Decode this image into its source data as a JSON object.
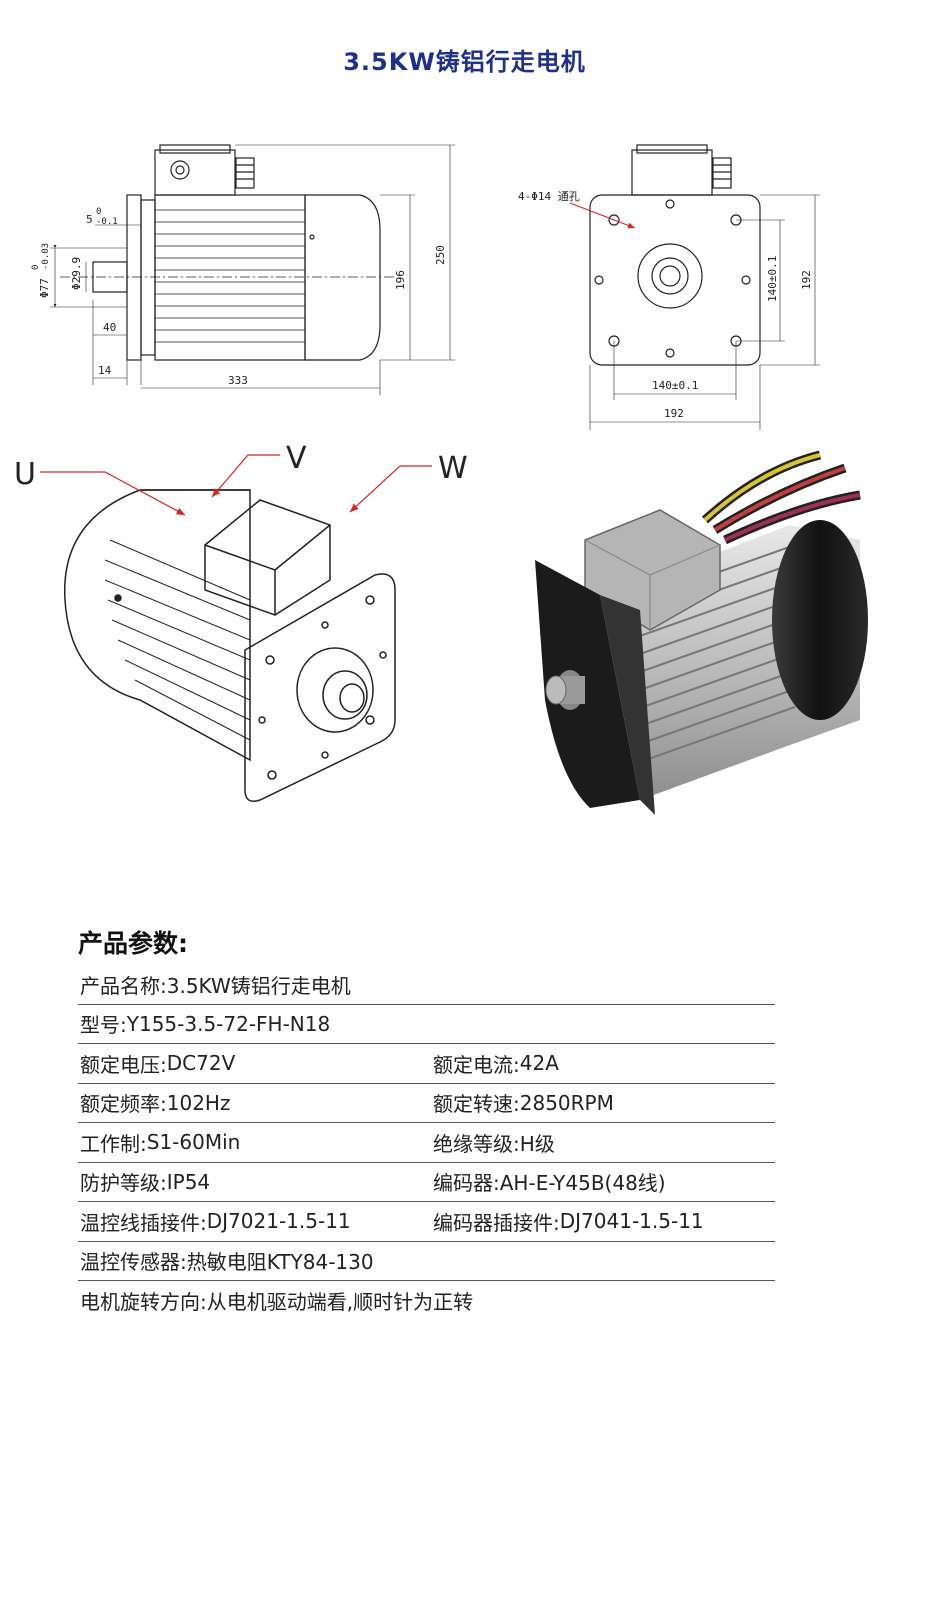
{
  "title": "3.5KW铸铝行走电机",
  "drawing": {
    "dims_side": {
      "flange_tol": "5",
      "flange_tol_upper": "0",
      "flange_tol_lower": "-0.1",
      "spigot": "Φ77",
      "spigot_upper": "0",
      "spigot_lower": "-0.03",
      "shaft": "Φ29.9",
      "shaft_len": "40",
      "flange_w": "14",
      "length": "333",
      "height_196": "196",
      "height_250": "250"
    },
    "dims_front": {
      "holes": "4-Φ14 通孔",
      "pitch_v": "140±0.1",
      "size_v": "192",
      "pitch_h": "140±0.1",
      "size_h": "192"
    },
    "phases": {
      "u": "U",
      "v": "V",
      "w": "W"
    }
  },
  "params": {
    "heading": "产品参数:",
    "rows": [
      {
        "cells": [
          {
            "label": "产品名称:",
            "value": "3.5KW铸铝行走电机"
          }
        ]
      },
      {
        "cells": [
          {
            "label": "型号:",
            "value": "Y155-3.5-72-FH-N18"
          }
        ]
      },
      {
        "cells": [
          {
            "label": "额定电压:",
            "value": "DC72V"
          },
          {
            "label": "额定电流:",
            "value": "42A"
          }
        ]
      },
      {
        "cells": [
          {
            "label": "额定频率:",
            "value": "102Hz"
          },
          {
            "label": "额定转速:",
            "value": "2850RPM"
          }
        ]
      },
      {
        "cells": [
          {
            "label": "工作制:",
            "value": "S1-60Min"
          },
          {
            "label": "绝缘等级:",
            "value": "H级"
          }
        ]
      },
      {
        "cells": [
          {
            "label": "防护等级:",
            "value": "IP54"
          },
          {
            "label": "编码器:",
            "value": "AH-E-Y45B(48线)"
          }
        ]
      },
      {
        "cells": [
          {
            "label": "温控线插接件:",
            "value": "DJ7021-1.5-11"
          },
          {
            "label": "编码器插接件:",
            "value": "DJ7041-1.5-11"
          }
        ]
      },
      {
        "cells": [
          {
            "label": "温控传感器:",
            "value": "热敏电阻KTY84-130"
          }
        ]
      },
      {
        "cells": [
          {
            "label": "电机旋转方向:",
            "value": "从电机驱动端看,顺时针为正转"
          }
        ]
      }
    ]
  }
}
